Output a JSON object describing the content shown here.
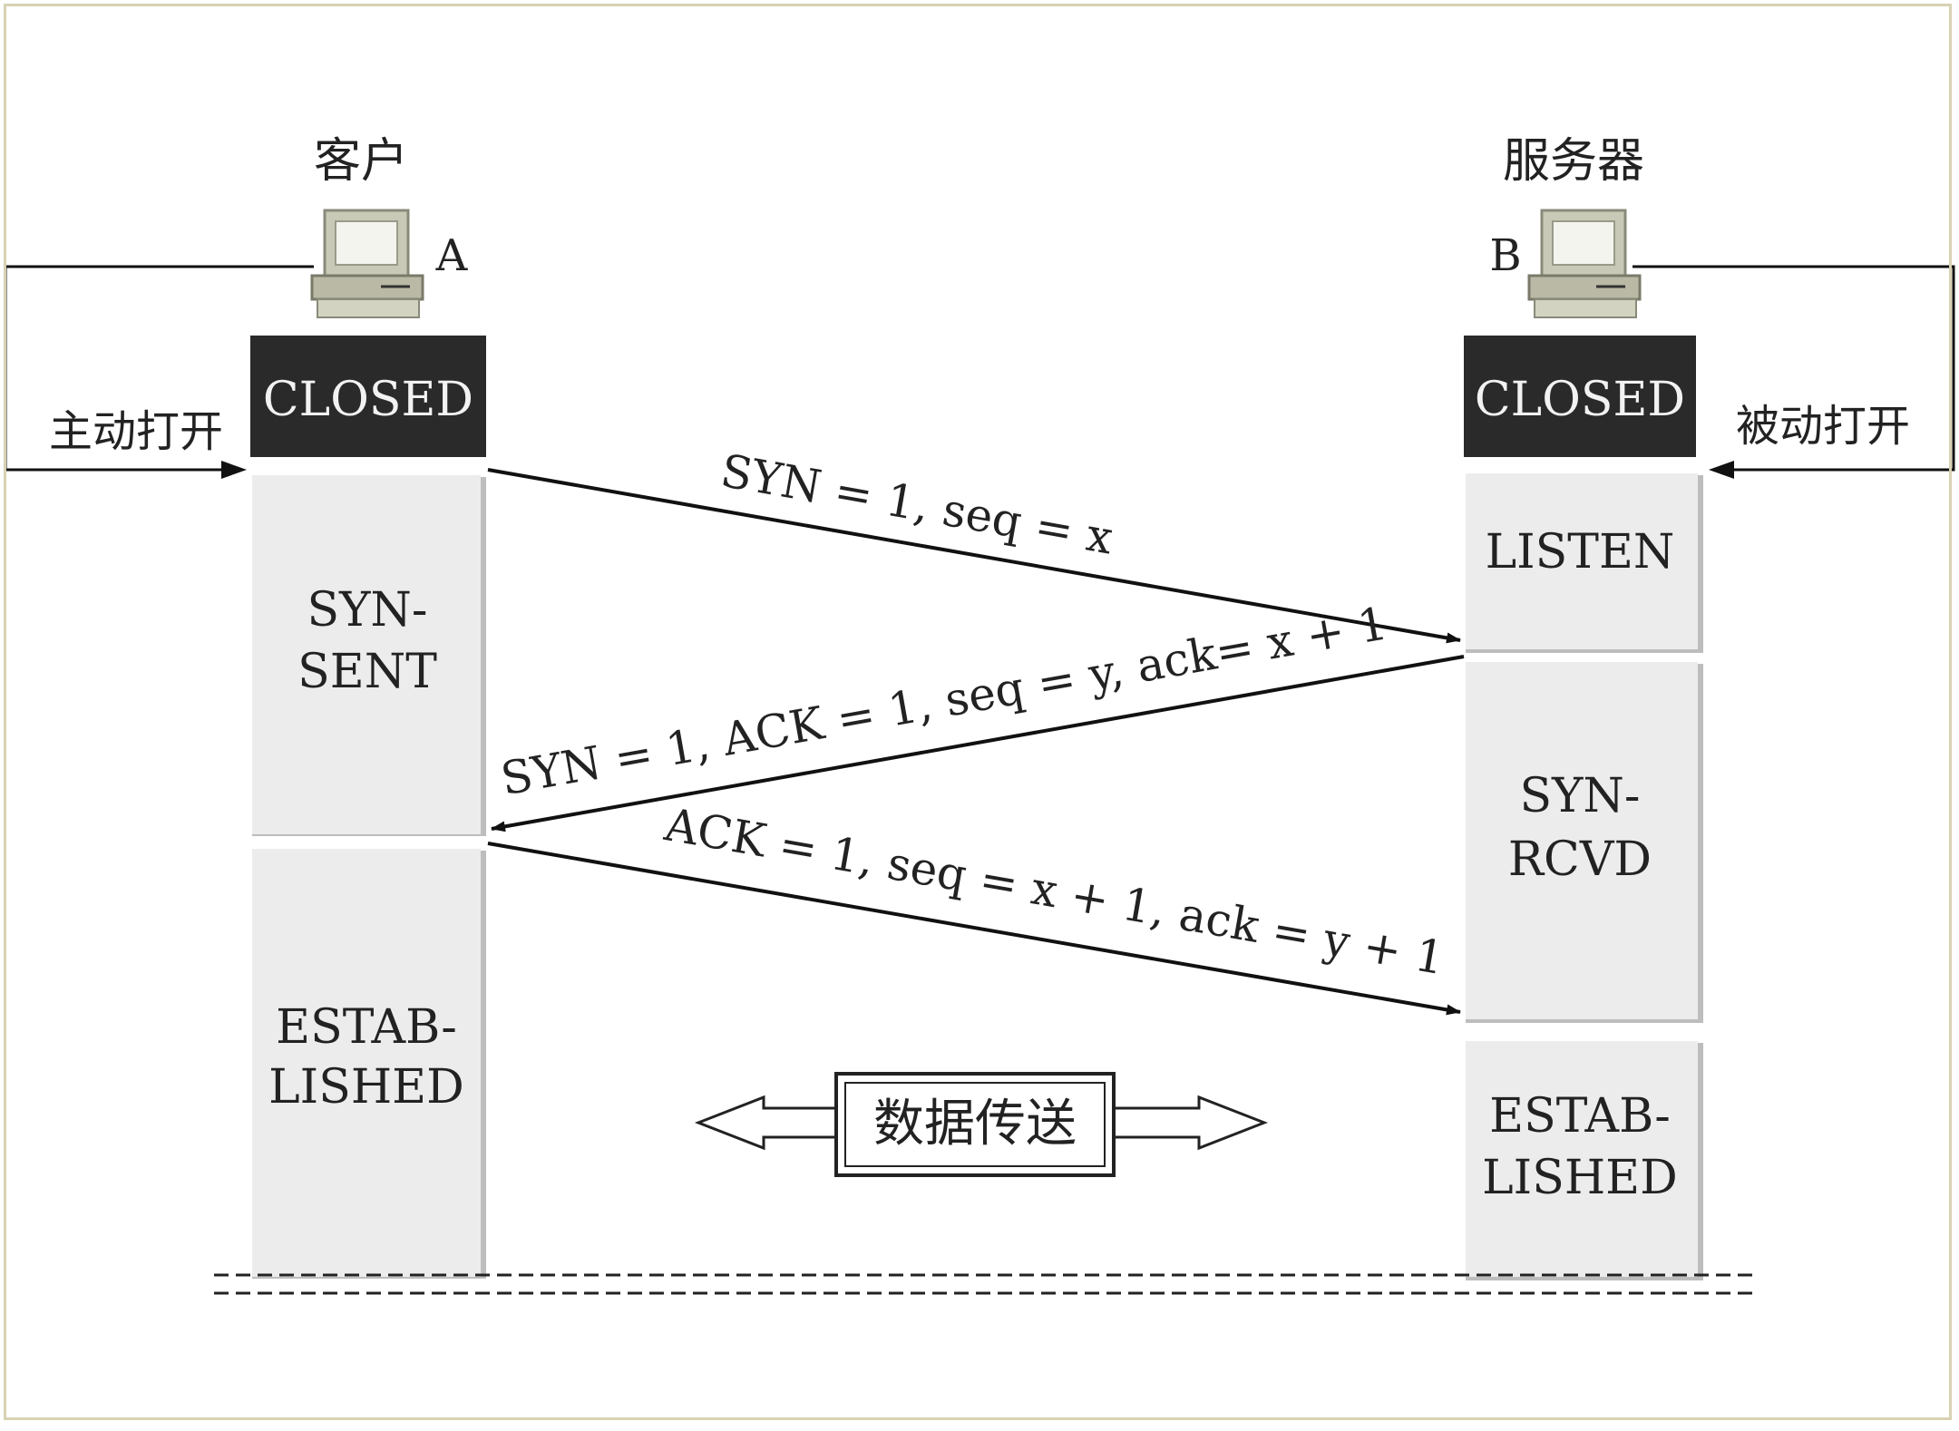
{
  "client": {
    "title": "客户",
    "host_label": "A",
    "open_label": "主动打开",
    "states": {
      "closed": "CLOSED",
      "syn_sent_1": "SYN-",
      "syn_sent_2": "SENT",
      "established_1": "ESTAB-",
      "established_2": "LISHED"
    }
  },
  "server": {
    "title": "服务器",
    "host_label": "B",
    "open_label": "被动打开",
    "states": {
      "closed": "CLOSED",
      "listen": "LISTEN",
      "syn_rcvd_1": "SYN-",
      "syn_rcvd_2": "RCVD",
      "established_1": "ESTAB-",
      "established_2": "LISHED"
    }
  },
  "messages": {
    "syn": "SYN = 1, seq = x",
    "syn_ack": "SYN = 1, ACK = 1, seq = y, ack= x + 1",
    "ack": "ACK = 1, seq = x + 1, ack = y + 1"
  },
  "data_transfer": "数据传送",
  "colors": {
    "closed_box": "#2a2a2a",
    "state_box": "#ececec",
    "line": "#111111",
    "frame": "#d8d2b4"
  }
}
